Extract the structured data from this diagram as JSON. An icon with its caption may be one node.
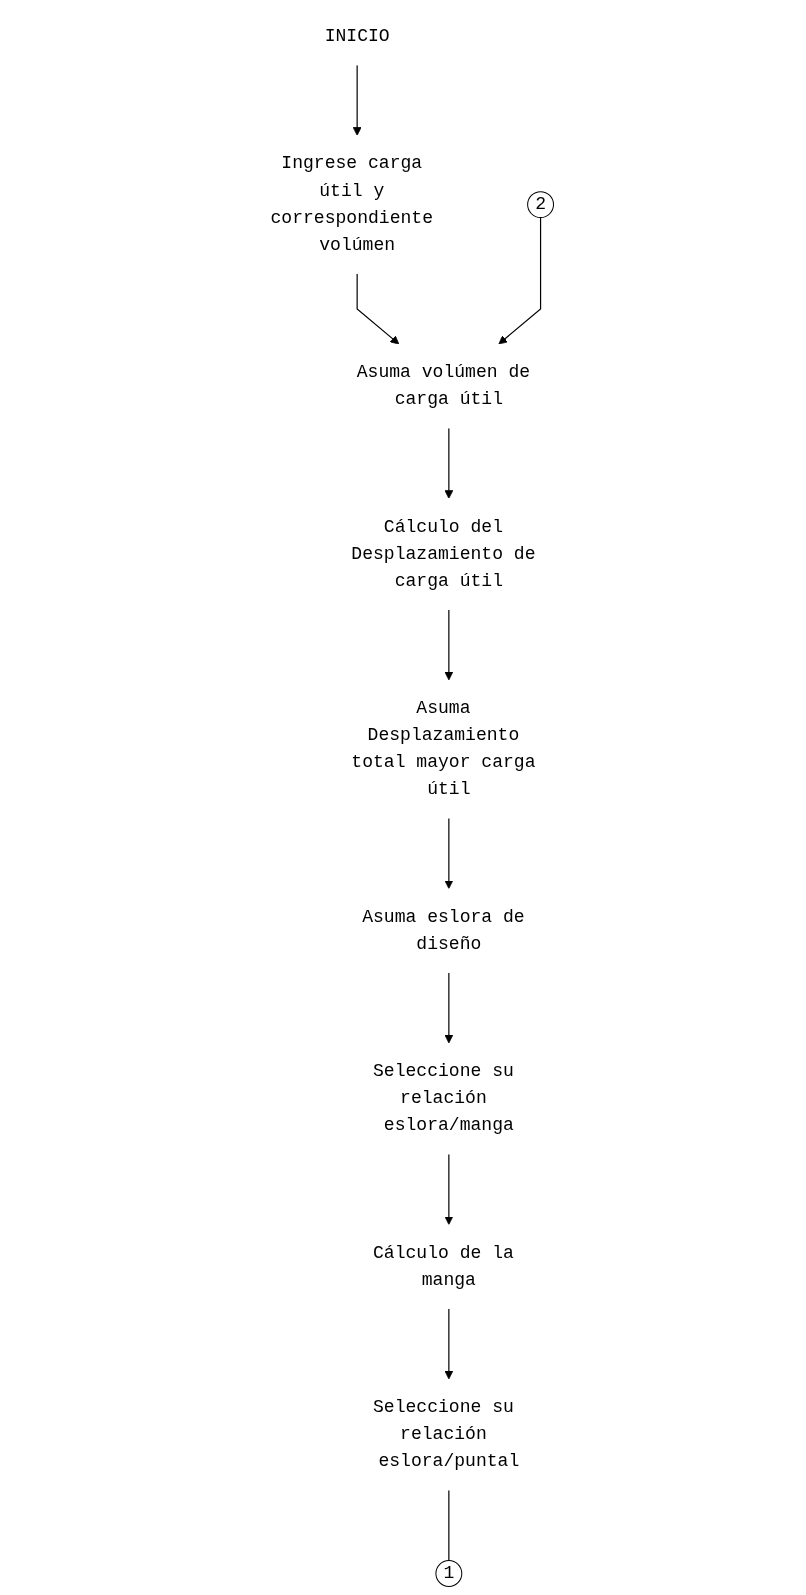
{
  "diagram": {
    "nodes": [
      {
        "text": [
          "INICIO"
        ]
      },
      {
        "text": [
          "Ingrese carga útil y correspondiente volúmen"
        ]
      },
      {
        "text": [
          "Asuma volúmen de carga útil"
        ]
      },
      {
        "text": [
          "Cálculo del Desplazamiento de carga útil"
        ]
      },
      {
        "text": [
          "Asuma Desplazamiento total mayor carga útil"
        ]
      },
      {
        "text": [
          "Asuma eslora de diseño"
        ]
      },
      {
        "text": [
          "Seleccione su relación eslora/manga"
        ]
      },
      {
        "text": [
          "Cálculo de la manga"
        ]
      },
      {
        "text": [
          "Seleccione su relación eslora/puntal"
        ]
      },
      {
        "text": [
          "1"
        ]
      },
      {
        "text": [
          "2"
        ]
      }
    ],
    "edges": [
      {
        "from": 0,
        "to": 1,
        "arrow": "to"
      },
      {
        "from": 1,
        "to": 2,
        "arrow": "to"
      },
      {
        "from": 2,
        "to": 3,
        "arrow": "to"
      },
      {
        "from": 3,
        "to": 4,
        "arrow": "to"
      },
      {
        "from": 4,
        "to": 5,
        "arrow": "to"
      },
      {
        "from": 5,
        "to": 6,
        "arrow": "to"
      },
      {
        "from": 6,
        "to": 7,
        "arrow": "to"
      },
      {
        "from": 7,
        "to": 8,
        "arrow": "to"
      },
      {
        "from": 8,
        "to": 9,
        "arrow": "none"
      },
      {
        "from": 10,
        "to": 2,
        "arrow": "to"
      }
    ]
  }
}
